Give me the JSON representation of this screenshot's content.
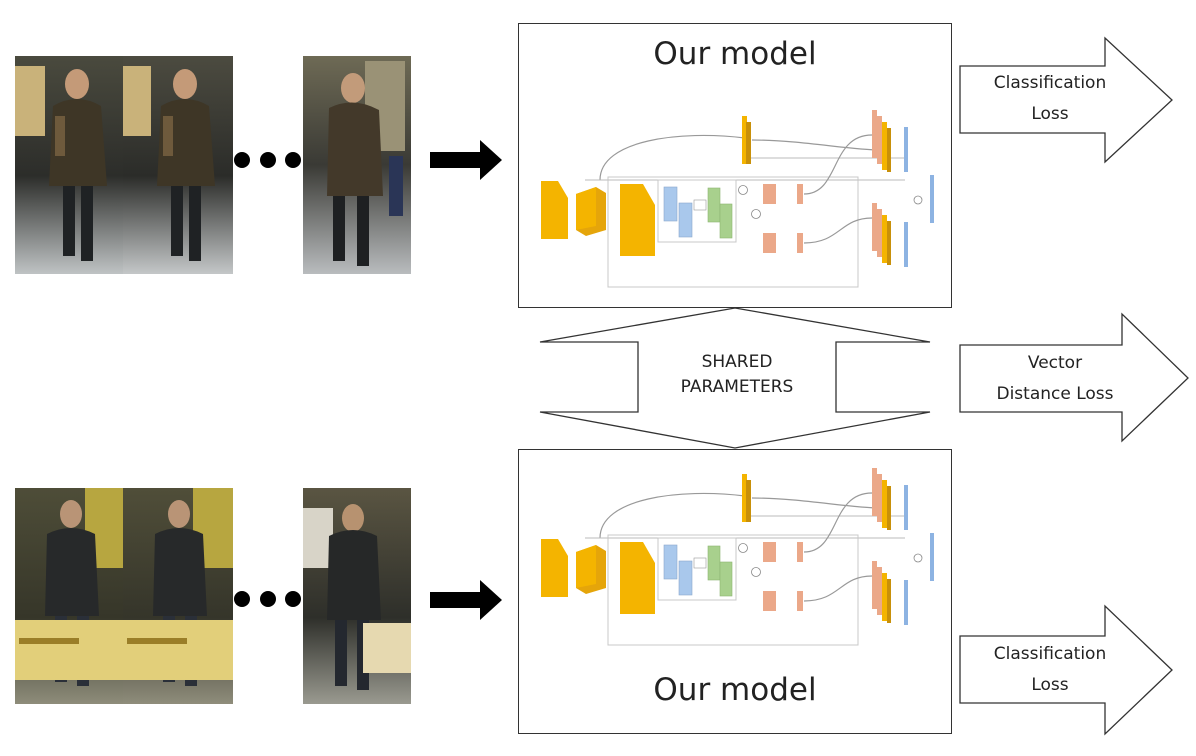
{
  "top_model": {
    "title": "Our model"
  },
  "bottom_model": {
    "title": "Our model"
  },
  "shared": {
    "line1": "SHARED",
    "line2": "PARAMETERS"
  },
  "losses": {
    "top": {
      "line1": "Classification",
      "line2": "Loss"
    },
    "middle": {
      "line1": "Vector",
      "line2": "Distance Loss"
    },
    "bottom": {
      "line1": "Classification",
      "line2": "Loss"
    }
  },
  "colors": {
    "conv_yellow": "#f4b400",
    "conv_dark": "#c8900a",
    "blue_block": "#a9c8ec",
    "green_block": "#a8d08d",
    "salmon_block": "#eba889",
    "feature_blue": "#8db3e2",
    "arrow_black": "#000000"
  },
  "icons": {
    "ellipsis": "ellipsis-dots-icon",
    "arrow": "right-arrow-icon"
  }
}
